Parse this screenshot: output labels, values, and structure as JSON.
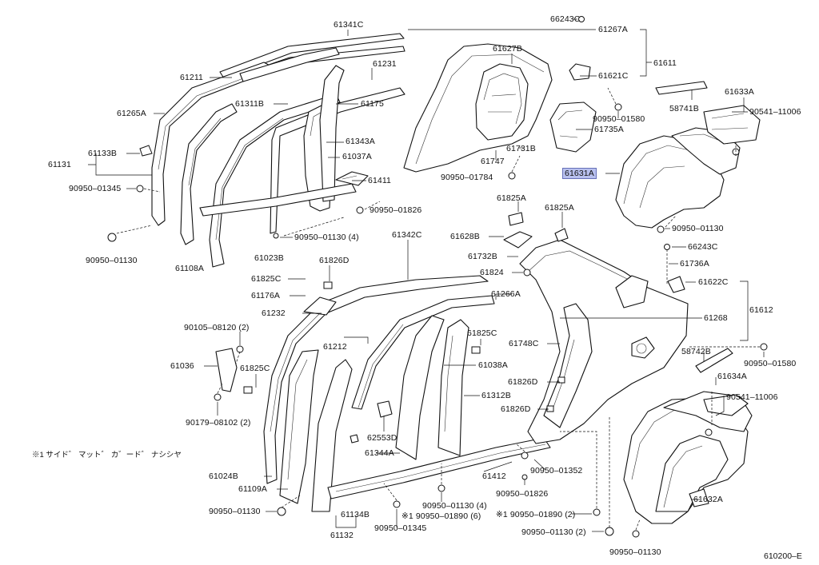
{
  "diagram_code": "610200–E",
  "note": "※1 サイド゛ マット゛ カ゛ード゛ ナシシヤ",
  "highlight_color": "#b8c0ee",
  "labels": [
    {
      "id": "61341C",
      "text": "61341C"
    },
    {
      "id": "66243C-top",
      "text": "66243C"
    },
    {
      "id": "61267A",
      "text": "61267A"
    },
    {
      "id": "61211",
      "text": "61211"
    },
    {
      "id": "61231",
      "text": "61231"
    },
    {
      "id": "61627B",
      "text": "61627B"
    },
    {
      "id": "61611",
      "text": "61611"
    },
    {
      "id": "61621C",
      "text": "61621C"
    },
    {
      "id": "61311B",
      "text": "61311B"
    },
    {
      "id": "61175",
      "text": "61175"
    },
    {
      "id": "61265A",
      "text": "61265A"
    },
    {
      "id": "58741B",
      "text": "58741B"
    },
    {
      "id": "61633A",
      "text": "61633A"
    },
    {
      "id": "90950-01580-top",
      "text": "90950–01580"
    },
    {
      "id": "90541-11006-top",
      "text": "90541–11006"
    },
    {
      "id": "61343A",
      "text": "61343A"
    },
    {
      "id": "61735A",
      "text": "61735A"
    },
    {
      "id": "61133B",
      "text": "61133B"
    },
    {
      "id": "61731B",
      "text": "61731B"
    },
    {
      "id": "61037A",
      "text": "61037A"
    },
    {
      "id": "61131",
      "text": "61131"
    },
    {
      "id": "61747",
      "text": "61747"
    },
    {
      "id": "61631A",
      "text": "61631A",
      "highlighted": true
    },
    {
      "id": "90950-01784",
      "text": "90950–01784"
    },
    {
      "id": "61411",
      "text": "61411"
    },
    {
      "id": "90950-01345-left",
      "text": "90950–01345"
    },
    {
      "id": "61825A-1",
      "text": "61825A"
    },
    {
      "id": "90950-01826-top",
      "text": "90950–01826"
    },
    {
      "id": "61825A-2",
      "text": "61825A"
    },
    {
      "id": "90950-01130-right",
      "text": "90950–01130"
    },
    {
      "id": "61342C",
      "text": "61342C"
    },
    {
      "id": "90950-01130-4-top",
      "text": "90950–01130 (4)"
    },
    {
      "id": "61628B",
      "text": "61628B"
    },
    {
      "id": "90950-01130-left",
      "text": "90950–01130"
    },
    {
      "id": "61108A",
      "text": "61108A"
    },
    {
      "id": "61023B",
      "text": "61023B"
    },
    {
      "id": "66243C-mid",
      "text": "66243C"
    },
    {
      "id": "61732B",
      "text": "61732B"
    },
    {
      "id": "61826D-1",
      "text": "61826D"
    },
    {
      "id": "61736A",
      "text": "61736A"
    },
    {
      "id": "61824",
      "text": "61824"
    },
    {
      "id": "61825C-1",
      "text": "61825C"
    },
    {
      "id": "61622C",
      "text": "61622C"
    },
    {
      "id": "61176A",
      "text": "61176A"
    },
    {
      "id": "61266A",
      "text": "61266A"
    },
    {
      "id": "61612",
      "text": "61612"
    },
    {
      "id": "61232",
      "text": "61232"
    },
    {
      "id": "61268",
      "text": "61268"
    },
    {
      "id": "90105-08120",
      "text": "90105–08120 (2)"
    },
    {
      "id": "61212",
      "text": "61212"
    },
    {
      "id": "61825C-2",
      "text": "61825C"
    },
    {
      "id": "61748C",
      "text": "61748C"
    },
    {
      "id": "58742B",
      "text": "58742B"
    },
    {
      "id": "61036",
      "text": "61036"
    },
    {
      "id": "61825C-3",
      "text": "61825C"
    },
    {
      "id": "61038A",
      "text": "61038A"
    },
    {
      "id": "90950-01580-right",
      "text": "90950–01580"
    },
    {
      "id": "61634A",
      "text": "61634A"
    },
    {
      "id": "61826D-2",
      "text": "61826D"
    },
    {
      "id": "61312B",
      "text": "61312B"
    },
    {
      "id": "90541-11006-right",
      "text": "90541–11006"
    },
    {
      "id": "90179-08102",
      "text": "90179–08102 (2)"
    },
    {
      "id": "61826D-3",
      "text": "61826D"
    },
    {
      "id": "62553D",
      "text": "62553D"
    },
    {
      "id": "61344A",
      "text": "61344A"
    },
    {
      "id": "61024B",
      "text": "61024B"
    },
    {
      "id": "61412",
      "text": "61412"
    },
    {
      "id": "90950-01352",
      "text": "90950–01352"
    },
    {
      "id": "61109A",
      "text": "61109A"
    },
    {
      "id": "90950-01826-bottom",
      "text": "90950–01826"
    },
    {
      "id": "61632A",
      "text": "61632A"
    },
    {
      "id": "90950-01130-bottom-left",
      "text": "90950–01130"
    },
    {
      "id": "61134B",
      "text": "61134B"
    },
    {
      "id": "90950-01130-4-bottom",
      "text": "90950–01130 (4)"
    },
    {
      "id": "90950-01890-6",
      "text": "※1 90950–01890 (6)"
    },
    {
      "id": "90950-01890-2",
      "text": "※1 90950–01890 (2)"
    },
    {
      "id": "90950-01345-bottom",
      "text": "90950–01345"
    },
    {
      "id": "61132",
      "text": "61132"
    },
    {
      "id": "90950-01130-2",
      "text": "90950–01130 (2)"
    },
    {
      "id": "90950-01130-bottom-right",
      "text": "90950–01130"
    }
  ]
}
